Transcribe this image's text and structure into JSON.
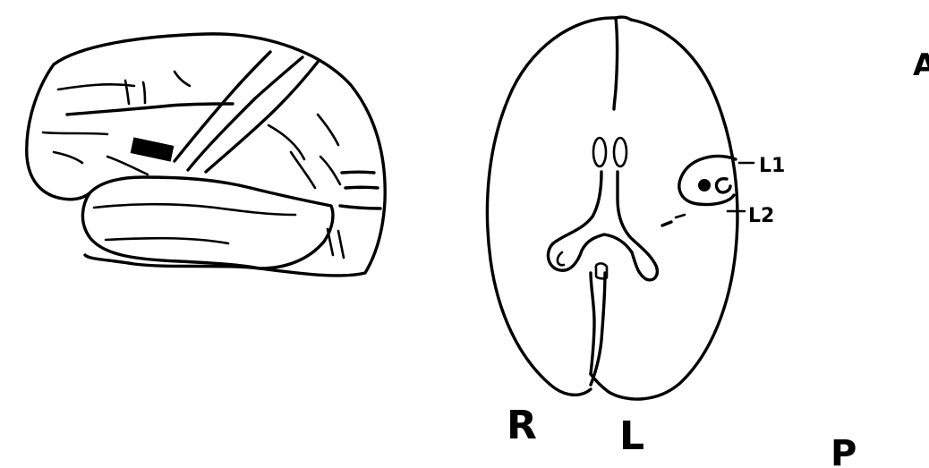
{
  "orientation": {
    "anterior": "A",
    "posterior": "P",
    "right": "R",
    "left": "L"
  },
  "lesion_labels": {
    "label_1": "L1",
    "label_2": "L2"
  }
}
